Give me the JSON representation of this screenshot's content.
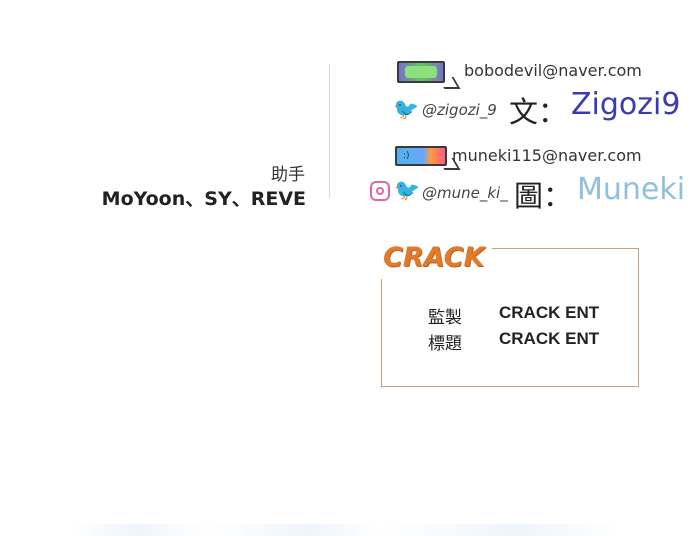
{
  "assistants": {
    "label": "助手",
    "names": "MoYoon、SY、REVE"
  },
  "writer": {
    "email": "bobodevil@naver.com",
    "handle": "@zigozi_9",
    "role": "文：",
    "name": "Zigozi9",
    "name_color": "#3b3bb0"
  },
  "artist": {
    "email": "muneki115@naver.com",
    "handle": "@mune_ki_",
    "role": "圖：",
    "name": "Muneki",
    "name_color": "#8fc0dd"
  },
  "credits": {
    "logo": "CRACK",
    "rows": [
      {
        "label": "監製",
        "value": "CRACK ENT"
      },
      {
        "label": "標題",
        "value": "CRACK ENT"
      }
    ],
    "accent_color": "#e07a2c"
  },
  "icons": {
    "writer_email": "retro-tv-icon",
    "artist_email": "retro-tv-icon",
    "twitter": "bird-icon",
    "instagram": "instagram-icon"
  }
}
